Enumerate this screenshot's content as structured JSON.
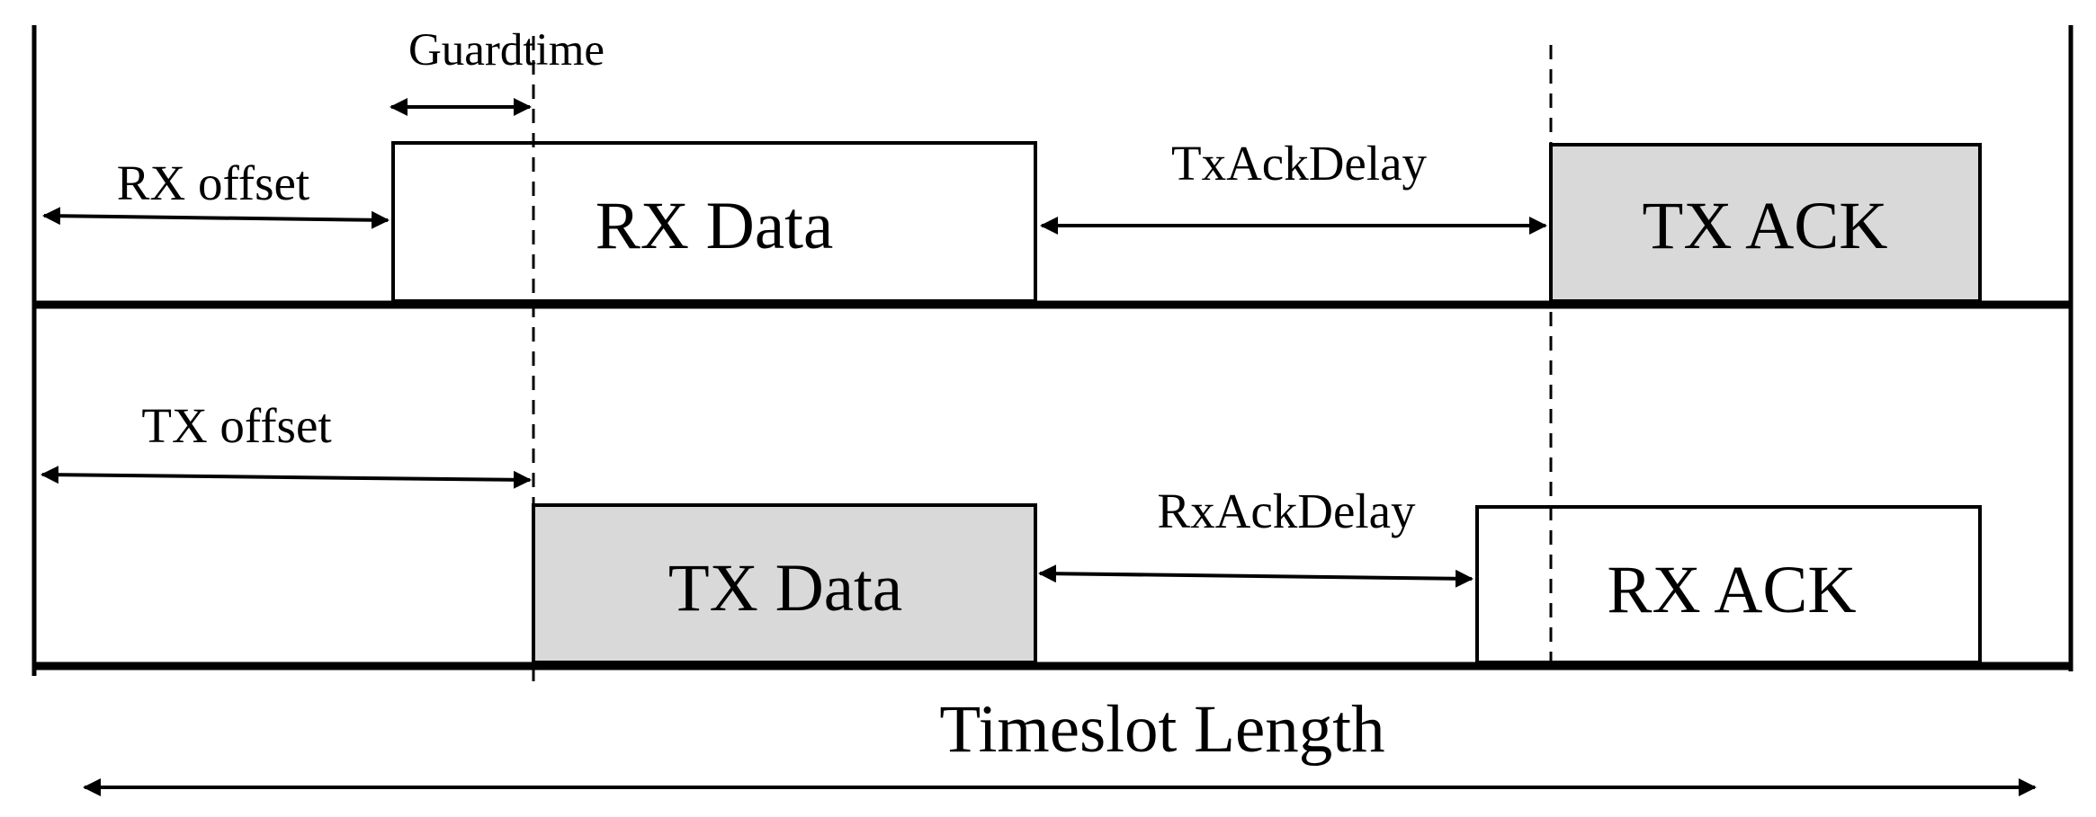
{
  "diagram": {
    "labels": {
      "guardtime": "Guardtime",
      "rx_offset": "RX offset",
      "tx_offset": "TX offset",
      "tx_ack_delay": "TxAckDelay",
      "rx_ack_delay": "RxAckDelay",
      "timeslot_length": "Timeslot Length"
    },
    "boxes": {
      "rx_data": "RX Data",
      "tx_ack": "TX ACK",
      "tx_data": "TX Data",
      "rx_ack": "RX ACK"
    },
    "colors": {
      "line": "#000000",
      "shaded_fill": "#d9d9d9",
      "plain_fill": "#ffffff"
    }
  }
}
